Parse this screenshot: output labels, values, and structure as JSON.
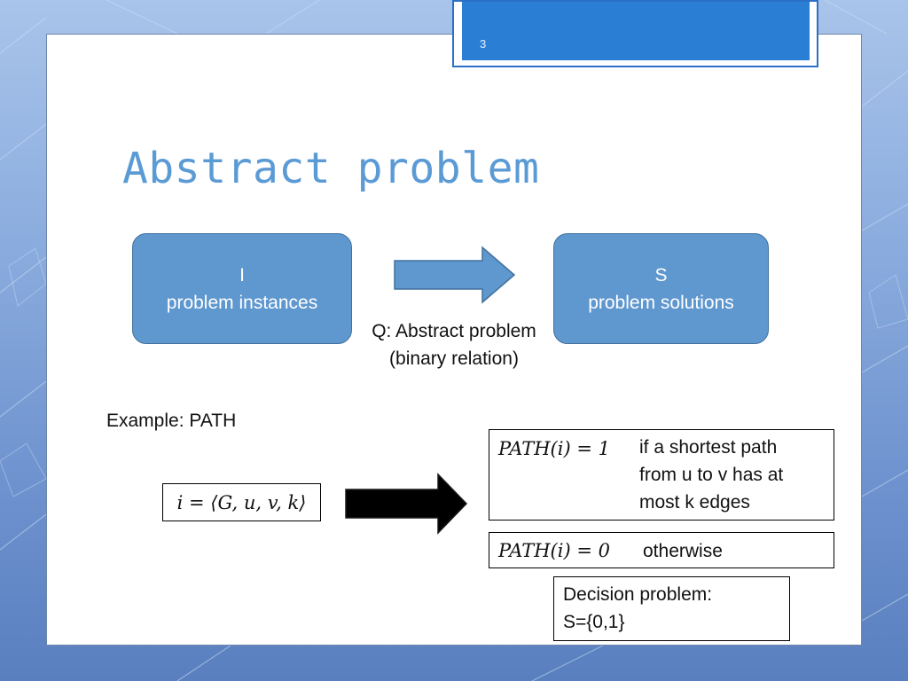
{
  "slide_number": "3",
  "title": "Abstract problem",
  "instances_box": {
    "line1": "I",
    "line2": "problem instances"
  },
  "solutions_box": {
    "line1": "S",
    "line2": "problem solutions"
  },
  "relation_caption": {
    "line1": "Q: Abstract problem",
    "line2": "(binary relation)"
  },
  "example_label": "Example: PATH",
  "instance_formula": "i = ⟨G, u, v, k⟩",
  "path_one": {
    "formula": "PATH(i) = 1",
    "text_lines": [
      "if a shortest path",
      "from u to v has at",
      "most k edges"
    ]
  },
  "path_zero": {
    "formula": "PATH(i) = 0",
    "text": "otherwise"
  },
  "decision": {
    "line1": "Decision problem:",
    "line2": "S={0,1}"
  },
  "colors": {
    "accent_blue": "#5b9bd5",
    "box_fill": "#5f97cf",
    "box_border": "#41719c",
    "header_blue": "#2a7fd4"
  }
}
